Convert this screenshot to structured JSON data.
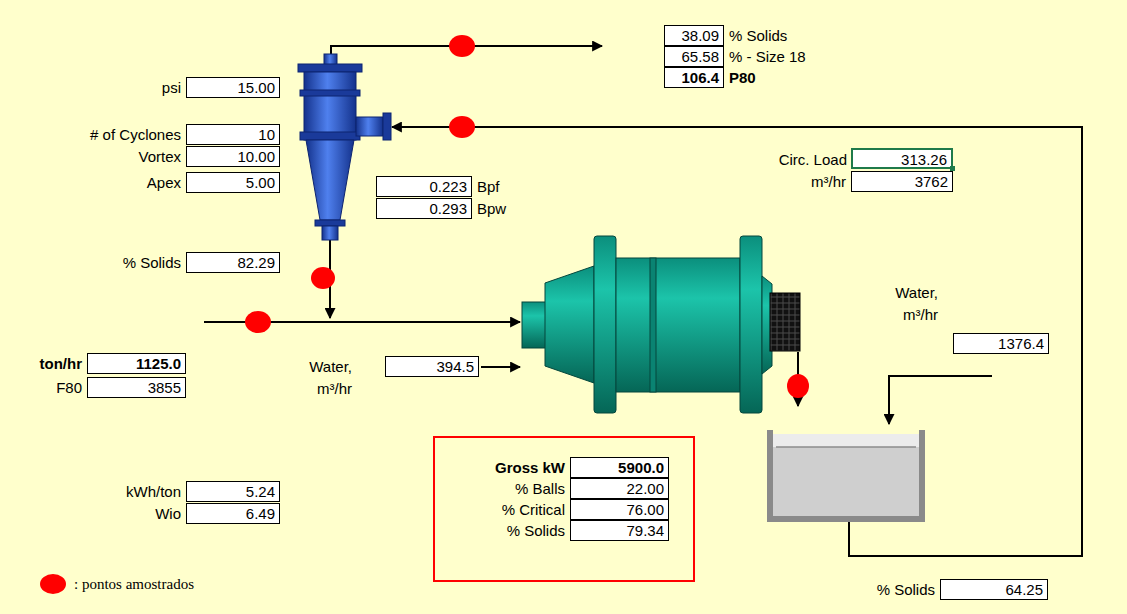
{
  "diagram": {
    "nodes": [
      {
        "text": [
          "psi",
          "15.00"
        ]
      },
      {
        "text": [
          "38.09",
          "% Solids"
        ]
      },
      {
        "text": [
          "65.58",
          "% - Size 18"
        ]
      },
      {
        "text": [
          "106.4",
          "P80"
        ]
      },
      {
        "text": [
          "# of Cyclones",
          "10"
        ]
      },
      {
        "text": [
          "Vortex",
          "10.00"
        ]
      },
      {
        "text": [
          "Apex",
          "5.00"
        ]
      },
      {
        "text": [
          "Circ. Load",
          "313.26"
        ]
      },
      {
        "text": [
          "m³/hr",
          "3762"
        ]
      },
      {
        "text": [
          "0.223",
          "Bpf"
        ]
      },
      {
        "text": [
          "0.293",
          "Bpw"
        ]
      },
      {
        "text": [
          "% Solids",
          "82.29"
        ]
      },
      {
        "text": [
          "Water, m³/hr",
          "1376.4"
        ]
      },
      {
        "text": [
          "ton/hr",
          "1125.0"
        ]
      },
      {
        "text": [
          "Water, m³/hr",
          "394.5"
        ]
      },
      {
        "text": [
          "F80",
          "3855"
        ]
      },
      {
        "text": []
      },
      {
        "text": [
          "Gross kW",
          "5900.0"
        ],
        "in": 16
      },
      {
        "text": [
          "% Balls",
          "22.00"
        ],
        "in": 16
      },
      {
        "text": [
          "% Critical",
          "76.00"
        ],
        "in": 16
      },
      {
        "text": [
          "% Solids",
          "79.34"
        ],
        "in": 16
      },
      {
        "text": [
          "kWh/ton",
          "5.24"
        ]
      },
      {
        "text": [
          "Wio",
          "6.49"
        ]
      },
      {
        "text": [
          "% Solids",
          "64.25"
        ]
      }
    ],
    "legend": [
      {
        "text": ": pontos amostrados",
        "color": "#ff0000"
      }
    ]
  }
}
